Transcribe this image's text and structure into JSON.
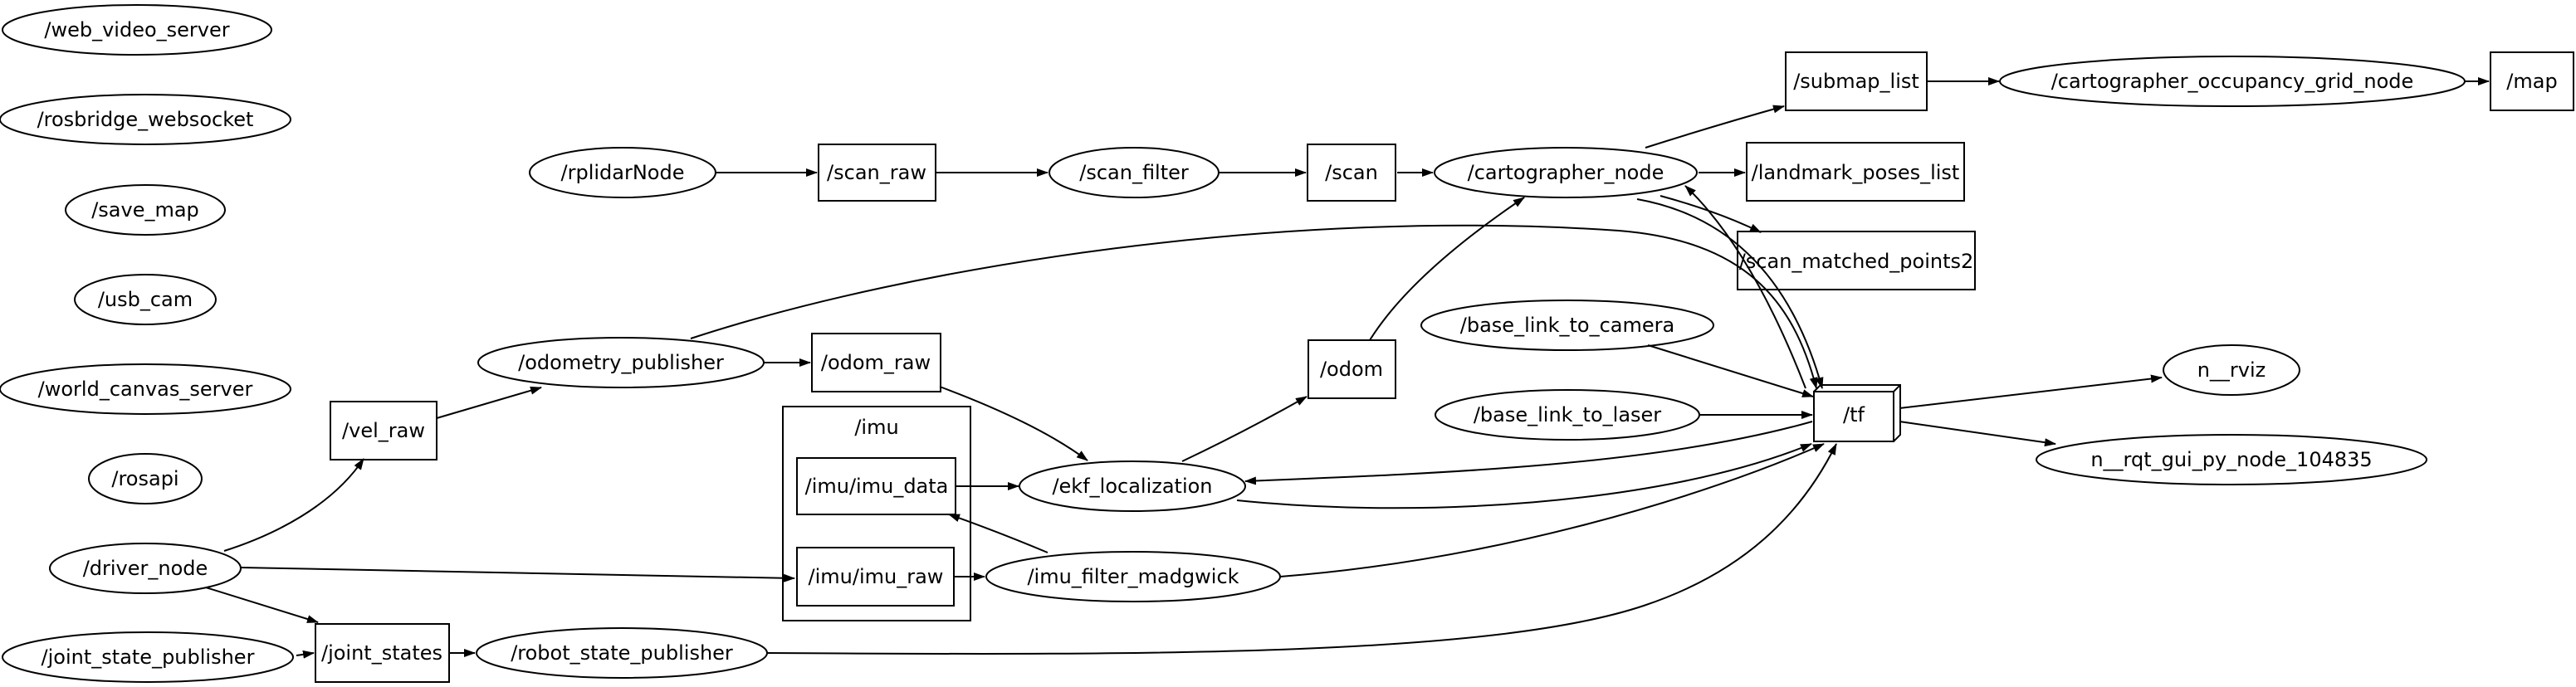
{
  "diagram": {
    "nodes": [
      {
        "id": "web_video_server",
        "label": "/web_video_server",
        "shape": "ellipse"
      },
      {
        "id": "rosbridge_websocket",
        "label": "/rosbridge_websocket",
        "shape": "ellipse"
      },
      {
        "id": "save_map",
        "label": "/save_map",
        "shape": "ellipse"
      },
      {
        "id": "usb_cam",
        "label": "/usb_cam",
        "shape": "ellipse"
      },
      {
        "id": "world_canvas_server",
        "label": "/world_canvas_server",
        "shape": "ellipse"
      },
      {
        "id": "rosapi",
        "label": "/rosapi",
        "shape": "ellipse"
      },
      {
        "id": "driver_node",
        "label": "/driver_node",
        "shape": "ellipse"
      },
      {
        "id": "joint_state_publisher",
        "label": "/joint_state_publisher",
        "shape": "ellipse"
      },
      {
        "id": "rplidarNode",
        "label": "/rplidarNode",
        "shape": "ellipse"
      },
      {
        "id": "scan_raw",
        "label": "/scan_raw",
        "shape": "box"
      },
      {
        "id": "scan_filter",
        "label": "/scan_filter",
        "shape": "ellipse"
      },
      {
        "id": "scan",
        "label": "/scan",
        "shape": "box"
      },
      {
        "id": "cartographer_node",
        "label": "/cartographer_node",
        "shape": "ellipse"
      },
      {
        "id": "submap_list",
        "label": "/submap_list",
        "shape": "box"
      },
      {
        "id": "cartographer_occupancy_grid_node",
        "label": "/cartographer_occupancy_grid_node",
        "shape": "ellipse"
      },
      {
        "id": "map",
        "label": "/map",
        "shape": "box"
      },
      {
        "id": "landmark_poses_list",
        "label": "/landmark_poses_list",
        "shape": "box"
      },
      {
        "id": "scan_matched_points2",
        "label": "/scan_matched_points2",
        "shape": "box"
      },
      {
        "id": "odometry_publisher",
        "label": "/odometry_publisher",
        "shape": "ellipse"
      },
      {
        "id": "odom_raw",
        "label": "/odom_raw",
        "shape": "box"
      },
      {
        "id": "vel_raw",
        "label": "/vel_raw",
        "shape": "box"
      },
      {
        "id": "odom",
        "label": "/odom",
        "shape": "box"
      },
      {
        "id": "base_link_to_camera",
        "label": "/base_link_to_camera",
        "shape": "ellipse"
      },
      {
        "id": "base_link_to_laser",
        "label": "/base_link_to_laser",
        "shape": "ellipse"
      },
      {
        "id": "tf",
        "label": "/tf",
        "shape": "box3d"
      },
      {
        "id": "n_rviz",
        "label": "n__rviz",
        "shape": "ellipse"
      },
      {
        "id": "n_rqt_gui",
        "label": "n__rqt_gui_py_node_104835",
        "shape": "ellipse"
      },
      {
        "id": "imu_data",
        "label": "/imu/imu_data",
        "shape": "box"
      },
      {
        "id": "imu_raw",
        "label": "/imu/imu_raw",
        "shape": "box"
      },
      {
        "id": "ekf_localization",
        "label": "/ekf_localization",
        "shape": "ellipse"
      },
      {
        "id": "imu_filter_madgwick",
        "label": "/imu_filter_madgwick",
        "shape": "ellipse"
      },
      {
        "id": "joint_states",
        "label": "/joint_states",
        "shape": "box"
      },
      {
        "id": "robot_state_publisher",
        "label": "/robot_state_publisher",
        "shape": "ellipse"
      }
    ],
    "clusters": [
      {
        "id": "imu",
        "label": "/imu"
      }
    ],
    "edges": [
      {
        "from": "rplidarNode",
        "to": "scan_raw"
      },
      {
        "from": "scan_raw",
        "to": "scan_filter"
      },
      {
        "from": "scan_filter",
        "to": "scan"
      },
      {
        "from": "scan",
        "to": "cartographer_node"
      },
      {
        "from": "cartographer_node",
        "to": "submap_list"
      },
      {
        "from": "submap_list",
        "to": "cartographer_occupancy_grid_node"
      },
      {
        "from": "cartographer_occupancy_grid_node",
        "to": "map"
      },
      {
        "from": "cartographer_node",
        "to": "landmark_poses_list"
      },
      {
        "from": "cartographer_node",
        "to": "scan_matched_points2"
      },
      {
        "from": "cartographer_node",
        "to": "tf"
      },
      {
        "from": "tf",
        "to": "cartographer_node"
      },
      {
        "from": "odometry_publisher",
        "to": "odom_raw"
      },
      {
        "from": "odometry_publisher",
        "to": "tf"
      },
      {
        "from": "vel_raw",
        "to": "odometry_publisher"
      },
      {
        "from": "driver_node",
        "to": "vel_raw"
      },
      {
        "from": "driver_node",
        "to": "imu_raw"
      },
      {
        "from": "driver_node",
        "to": "joint_states"
      },
      {
        "from": "joint_state_publisher",
        "to": "joint_states"
      },
      {
        "from": "joint_states",
        "to": "robot_state_publisher"
      },
      {
        "from": "robot_state_publisher",
        "to": "tf"
      },
      {
        "from": "odom_raw",
        "to": "ekf_localization"
      },
      {
        "from": "imu_data",
        "to": "ekf_localization"
      },
      {
        "from": "imu_raw",
        "to": "imu_filter_madgwick"
      },
      {
        "from": "imu_filter_madgwick",
        "to": "imu_data"
      },
      {
        "from": "imu_filter_madgwick",
        "to": "tf"
      },
      {
        "from": "ekf_localization",
        "to": "odom"
      },
      {
        "from": "ekf_localization",
        "to": "tf"
      },
      {
        "from": "tf",
        "to": "ekf_localization"
      },
      {
        "from": "odom",
        "to": "cartographer_node"
      },
      {
        "from": "base_link_to_camera",
        "to": "tf"
      },
      {
        "from": "base_link_to_laser",
        "to": "tf"
      },
      {
        "from": "tf",
        "to": "n_rviz"
      },
      {
        "from": "tf",
        "to": "n_rqt_gui"
      }
    ]
  }
}
